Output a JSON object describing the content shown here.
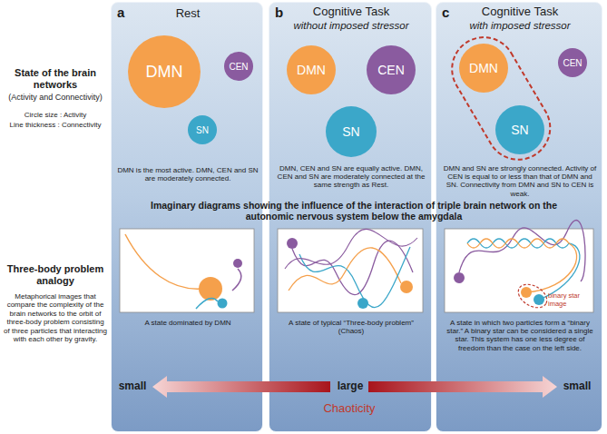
{
  "diagram": {
    "nodes": [
      {
        "text": [
          "a",
          "Rest",
          "DMN is the most active. DMN, CEN and SN are moderately connected.",
          "A state dominated by DMN"
        ]
      },
      {
        "text": [
          "DMN"
        ],
        "in": 0
      },
      {
        "text": [
          "CEN"
        ],
        "in": 0
      },
      {
        "text": [
          "SN"
        ],
        "in": 0
      },
      {
        "text": [
          "b",
          "Cognitive Task",
          "without imposed stressor",
          "DMN, CEN and SN are equally active. DMN, CEN and SN are moderately connected at the same strength as Rest.",
          "A state of typical “Three-body problem” (Chaos)"
        ]
      },
      {
        "text": [
          "DMN"
        ],
        "in": 4
      },
      {
        "text": [
          "CEN"
        ],
        "in": 4
      },
      {
        "text": [
          "SN"
        ],
        "in": 4
      },
      {
        "text": [
          "c",
          "Cognitive Task",
          "with imposed stressor",
          "DMN and SN are strongly connected. Activity of CEN is equal to or less than that of DMN and SN. Connectivity from DMN and SN to CEN is weak.",
          "A state in which two particles form a “binary star.” A binary star can be considered a single star. This system has one less degree of freedom than the case on the left side."
        ]
      },
      {
        "text": [
          "DMN"
        ],
        "in": 8
      },
      {
        "text": [
          "CEN"
        ],
        "in": 8
      },
      {
        "text": [
          "SN"
        ],
        "in": 8
      }
    ],
    "edges": [
      {
        "from": 1,
        "to": 2,
        "arrow": "none"
      },
      {
        "from": 1,
        "to": 3,
        "arrow": "none"
      },
      {
        "from": 2,
        "to": 3,
        "arrow": "none"
      },
      {
        "from": 5,
        "to": 6,
        "arrow": "none"
      },
      {
        "from": 5,
        "to": 7,
        "arrow": "none"
      },
      {
        "from": 6,
        "to": 7,
        "arrow": "none"
      },
      {
        "from": 9,
        "to": 10,
        "arrow": "none"
      },
      {
        "from": 9,
        "to": 11,
        "arrow": "none"
      },
      {
        "from": 10,
        "to": 11,
        "arrow": "none"
      }
    ],
    "labels": [
      "State of the brain networks",
      "(Activity and Connectivity)",
      "Circle size : Activity",
      "Line thickness : Connectivity",
      "Imaginary diagrams showing the influence of the interaction of triple brain network on the autonomic nervous system below the amygdala",
      "Three-body problem analogy",
      "Metaphorical images that compare the complexity of the brain networks to the orbit of three-body problem consisting of three particles that interacting with each other by gravity.",
      "binary star image",
      "small",
      "large",
      "small",
      "Chaoticity"
    ]
  }
}
